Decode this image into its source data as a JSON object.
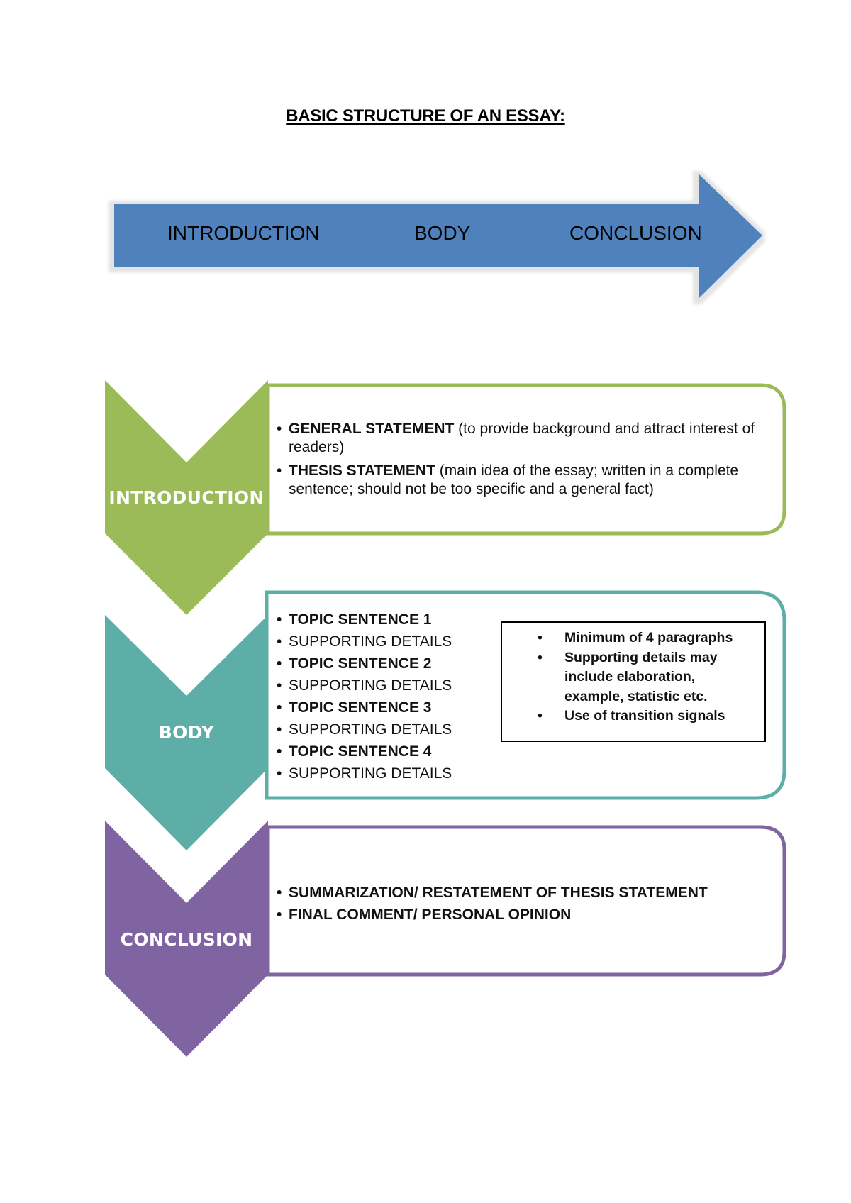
{
  "title": "BASIC STRUCTURE OF AN ESSAY:",
  "colors": {
    "arrow": "#4f81bd",
    "introduction": "#9bbb59",
    "body": "#5daea6",
    "conclusion": "#8064a2"
  },
  "arrow": {
    "icon": "right-arrow-icon",
    "labels": [
      "INTRODUCTION",
      "BODY",
      "CONCLUSION"
    ]
  },
  "sections": {
    "introduction": {
      "label": "INTRODUCTION",
      "icon": "chevron-down-icon",
      "items": [
        {
          "bold": "GENERAL STATEMENT",
          "text": " (to provide background and attract interest of readers)"
        },
        {
          "bold": "THESIS STATEMENT",
          "text": " (main idea of the essay; written in a complete sentence; should not be too specific and a general fact)"
        }
      ]
    },
    "body": {
      "label": "BODY",
      "icon": "chevron-down-icon",
      "items": [
        {
          "bold": "TOPIC SENTENCE 1",
          "text": ""
        },
        {
          "bold": "",
          "text": "SUPPORTING DETAILS"
        },
        {
          "bold": "TOPIC SENTENCE 2",
          "text": ""
        },
        {
          "bold": "",
          "text": "SUPPORTING DETAILS"
        },
        {
          "bold": "TOPIC SENTENCE 3",
          "text": ""
        },
        {
          "bold": "",
          "text": "SUPPORTING DETAILS"
        },
        {
          "bold": "TOPIC SENTENCE 4",
          "text": ""
        },
        {
          "bold": "",
          "text": "SUPPORTING DETAILS"
        }
      ],
      "notes": [
        "Minimum of 4 paragraphs",
        "Supporting details may include elaboration, example, statistic etc.",
        "Use of transition signals"
      ]
    },
    "conclusion": {
      "label": "CONCLUSION",
      "icon": "chevron-down-icon",
      "items": [
        {
          "bold": "SUMMARIZATION/ RESTATEMENT OF THESIS STATEMENT",
          "text": ""
        },
        {
          "bold": "FINAL COMMENT/ PERSONAL OPINION",
          "text": ""
        }
      ]
    }
  }
}
